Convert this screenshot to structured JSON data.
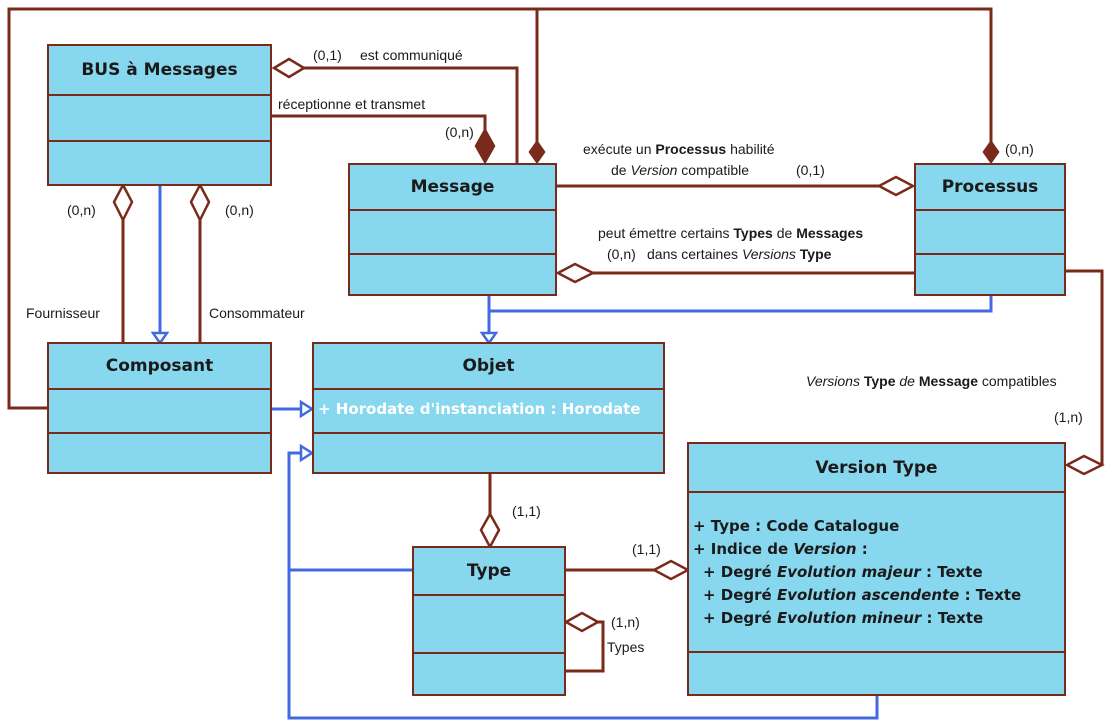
{
  "classes": {
    "bus": {
      "name": "BUS à Messages"
    },
    "message": {
      "name": "Message"
    },
    "processus": {
      "name": "Processus"
    },
    "composant": {
      "name": "Composant"
    },
    "objet": {
      "name": "Objet",
      "attribute": "+ Horodate d'instanciation : Horodate"
    },
    "type": {
      "name": "Type"
    },
    "version_type": {
      "name": "Version Type",
      "attributes": {
        "a1": "+ Type : Code Catalogue",
        "a2_pre": "+ Indice de ",
        "a2_em": "Version",
        "a2_post": " :",
        "a3_pre": "+ Degré ",
        "a3_em": "Evolution majeur",
        "a3_post": " : Texte",
        "a4_pre": "+ Degré ",
        "a4_em": "Evolution ascendente",
        "a4_post": " : Texte",
        "a5_pre": "+ Degré ",
        "a5_em": "Evolution mineur",
        "a5_post": " : Texte"
      }
    }
  },
  "labels": {
    "bus_mult": "(0,1)",
    "est_communique": "est communiqué",
    "receptionne": "réceptionne et transmet",
    "msg_mult": "(0,n)",
    "exec_l1_pre": "exécute un ",
    "exec_l1_bold": "Processus",
    "exec_l1_post": " habilité",
    "exec_l2_pre": "de ",
    "exec_l2_em": "Version",
    "exec_l2_post": " compatible",
    "exec_mult": "(0,1)",
    "proc_mult": "(0,n)",
    "peut_l1_pre": "peut émettre certains ",
    "peut_l1_b1": "Types",
    "peut_l1_mid": " de  ",
    "peut_l1_b2": "Messages",
    "peut_mult": "(0,n)",
    "peut_l2_pre": "dans certaines ",
    "peut_l2_em": "Versions",
    "peut_l2_sp": " ",
    "peut_l2_b": "Type",
    "fournisseur_mult": "(0,n)",
    "consommateur_mult": "(0,n)",
    "fournisseur": "Fournisseur",
    "consommateur": "Consommateur",
    "vt_l1_em1": "Versions",
    "vt_l1_b1": " Type",
    "vt_l1_em2": " de ",
    "vt_l1_b2": "Message",
    "vt_l1_post": " compatibles",
    "vt_mult": "(1,n)",
    "objet_type_mult": "(1,1)",
    "type_vt_mult": "(1,1)",
    "self_mult": "(1,n)",
    "types": "Types"
  },
  "colors": {
    "class_fill": "#87d7ee",
    "border": "#7a2a1a",
    "association": "#7a2a1a",
    "inheritance": "#4169e1",
    "objet_attr_text": "#ffffff"
  }
}
